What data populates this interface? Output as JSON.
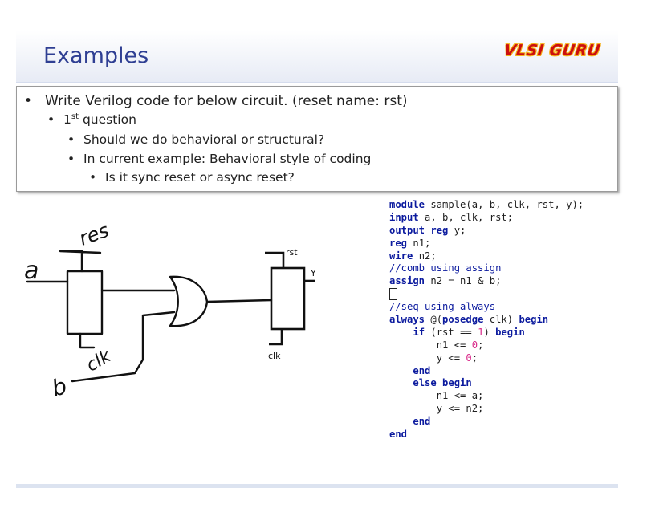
{
  "title": "Examples",
  "logo_text": "VLSI GURU",
  "colors": {
    "title": "#2f3f93",
    "logo": "#cc0f0f",
    "keyword": "#0b1a9e",
    "number": "#d92b8a"
  },
  "bullets": {
    "b1": "Write Verilog code for below circuit. (reset name: rst)",
    "b2_pre": "1",
    "b2_sup": "st",
    "b2_post": " question",
    "b3": "Should we do behavioral or structural?",
    "b4": "In current example: Behavioral style of coding",
    "b5": "Is it sync reset or async reset?"
  },
  "circuit": {
    "label_a": "a",
    "label_b": "b",
    "label_res": "res",
    "label_clk_hand": "clk",
    "label_rst": "rst",
    "label_y": "Y",
    "label_clk": "clk"
  },
  "code": {
    "l1_kw": "module",
    "l1_rest": " sample(a, b, clk, rst, y);",
    "l2_kw": "input",
    "l2_rest": " a, b, clk, rst;",
    "l3_kw": "output reg",
    "l3_rest": " y;",
    "l4_kw": "reg",
    "l4_rest": " n1;",
    "l5_kw": "wire",
    "l5_rest": " n2;",
    "l6_cm": "//comb using assign",
    "l7_kw": "assign",
    "l7_rest": " n2 = n1 & b;",
    "l9_cm": "//seq using always",
    "l10_kw": "always",
    "l10_mid1": " @(",
    "l10_kw2": "posedge",
    "l10_mid2": " clk) ",
    "l10_kw3": "begin",
    "l11_ind": "    ",
    "l11_kw": "if",
    "l11_mid": " (rst == ",
    "l11_num": "1",
    "l11_mid2": ") ",
    "l11_kw2": "begin",
    "l12_pre": "        n1 <= ",
    "l12_num": "0",
    "l12_post": ";",
    "l13_pre": "        y <= ",
    "l13_num": "0",
    "l13_post": ";",
    "l14_ind": "    ",
    "l14_kw": "end",
    "l15_ind": "    ",
    "l15_kw": "else begin",
    "l16": "        n1 <= a;",
    "l17": "        y <= n2;",
    "l18_ind": "    ",
    "l18_kw": "end",
    "l19_kw": "end"
  }
}
